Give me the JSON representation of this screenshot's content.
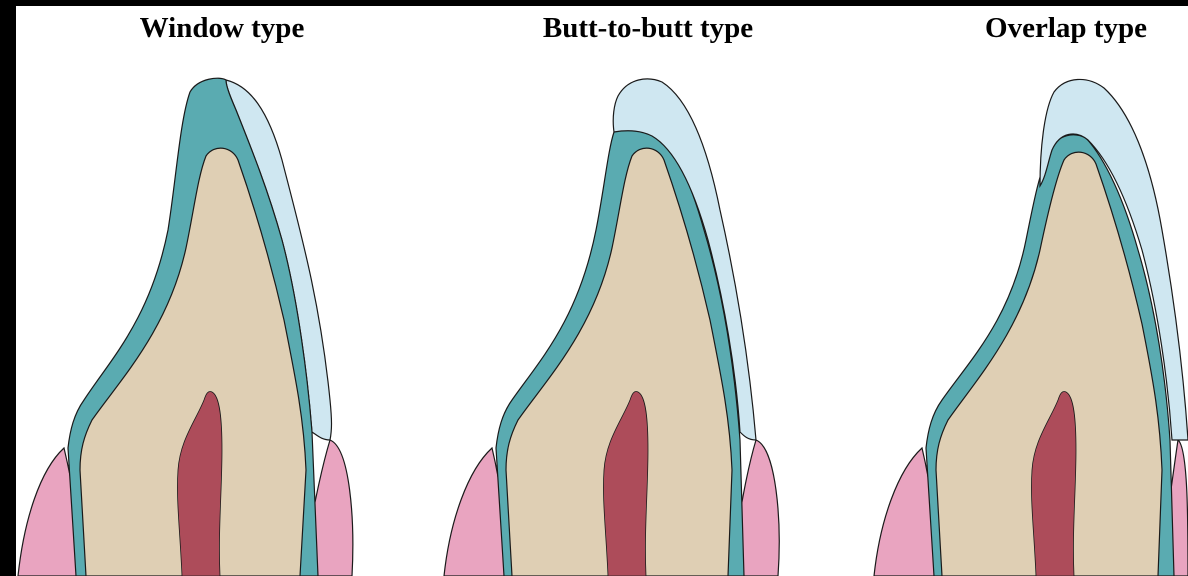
{
  "colors": {
    "background": "#ffffff",
    "frame": "#000000",
    "dentin": "#dfcfb4",
    "enamel": "#5aabb1",
    "veneer": "#cfe7f1",
    "pulp": "#ad4c5a",
    "gingiva": "#e9a4c0",
    "outline": "#1a1a1a"
  },
  "panels": [
    {
      "title": "Window type",
      "veneer_style": "window"
    },
    {
      "title": "Butt-to-butt type",
      "veneer_style": "butt-to-butt"
    },
    {
      "title": "Overlap type",
      "veneer_style": "overlap"
    }
  ]
}
